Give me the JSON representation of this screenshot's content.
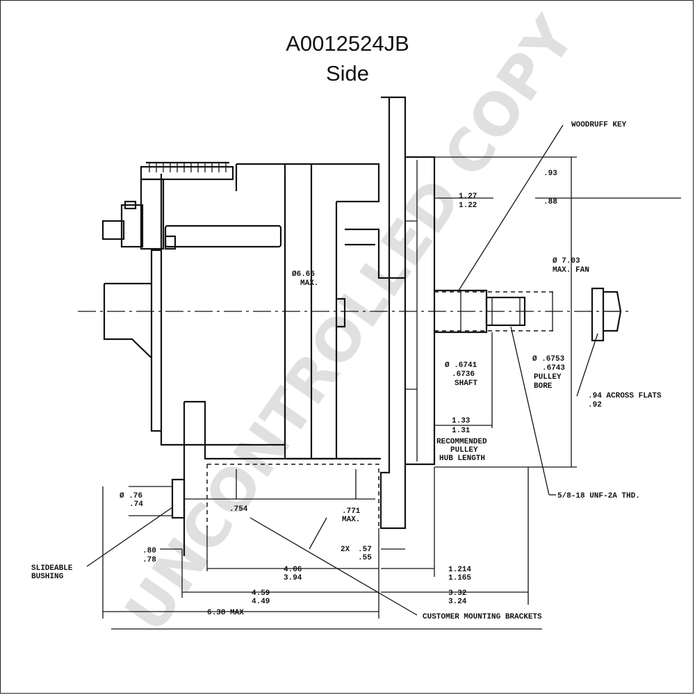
{
  "title": "A0012524JB",
  "subtitle": "Side",
  "watermark": "UNCONTROLLED COPY",
  "labels": {
    "woodruff_key": "WOODRUFF KEY",
    "d_127": "1.27",
    "d_122": "1.22",
    "d_93": ".93",
    "d_88": ".88",
    "fan_dia": "Ø 7.03",
    "fan_max": "MAX. FAN",
    "body_dia": "Ø6.66",
    "body_max": "MAX.",
    "shaft_dia1": "Ø .6741",
    "shaft_dia2": ".6736",
    "shaft": "SHAFT",
    "bore_dia1": "Ø .6753",
    "bore_dia2": ".6743",
    "pulley": "PULLEY",
    "bore": "BORE",
    "flats_1": ".94 ACROSS FLATS",
    "flats_2": ".92",
    "hub_133": "1.33",
    "hub_131": "1.31",
    "rec_1": "RECOMMENDED",
    "rec_2": "PULLEY",
    "rec_3": "HUB LENGTH",
    "thread": "5/8-18 UNF-2A THD.",
    "bush_dia1": "Ø .76",
    "bush_dia2": ".74",
    "d_754": ".754",
    "d_771": ".771",
    "d_771_max": "MAX.",
    "d_2x": "2X",
    "d_57": ".57",
    "d_55": ".55",
    "d_80": ".80",
    "d_78": ".78",
    "slide_1": "SLIDEABLE",
    "slide_2": "BUSHING",
    "d_406": "4.06",
    "d_394": "3.94",
    "d_1214": "1.214",
    "d_1165": "1.165",
    "d_459": "4.59",
    "d_449": "4.49",
    "d_332": "3.32",
    "d_324": "3.24",
    "d_638": "6.38 MAX",
    "brackets": "CUSTOMER MOUNTING BRACKETS"
  }
}
